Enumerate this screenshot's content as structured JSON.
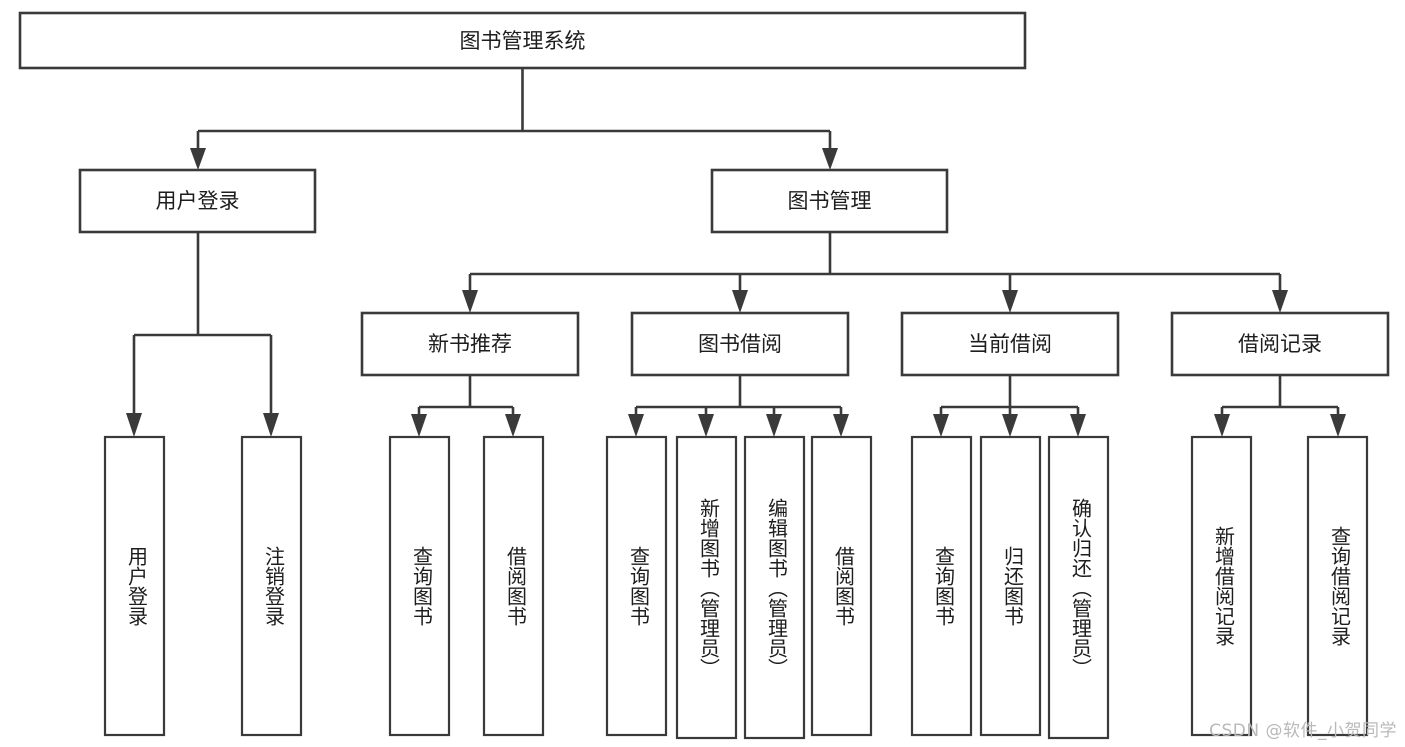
{
  "diagram": {
    "title": "图书管理系统",
    "type": "tree-hierarchy-diagram",
    "colors": {
      "box_stroke": "#3a3a3a",
      "box_fill": "#ffffff",
      "text": "#1d1d1d",
      "background": "#ffffff",
      "watermark": "#b9b9b9"
    },
    "root": {
      "label": "图书管理系统"
    },
    "level2": [
      {
        "label": "用户登录"
      },
      {
        "label": "图书管理"
      }
    ],
    "level3": [
      {
        "label": "新书推荐"
      },
      {
        "label": "图书借阅"
      },
      {
        "label": "当前借阅"
      },
      {
        "label": "借阅记录"
      }
    ],
    "leaves": {
      "user_login": [
        {
          "label": "用户登录"
        },
        {
          "label": "注销登录"
        }
      ],
      "new_book_recommend": [
        {
          "label": "查询图书"
        },
        {
          "label": "借阅图书"
        }
      ],
      "book_borrow": [
        {
          "label": "查询图书"
        },
        {
          "label": "新增图书（管理员）"
        },
        {
          "label": "编辑图书（管理员）"
        },
        {
          "label": "借阅图书"
        }
      ],
      "current_borrow": [
        {
          "label": "查询图书"
        },
        {
          "label": "归还图书"
        },
        {
          "label": "确认归还（管理员）"
        }
      ],
      "borrow_record": [
        {
          "label": "新增借阅记录"
        },
        {
          "label": "查询借阅记录"
        }
      ]
    }
  },
  "watermark": {
    "text": "CSDN @软件_小贺同学"
  }
}
